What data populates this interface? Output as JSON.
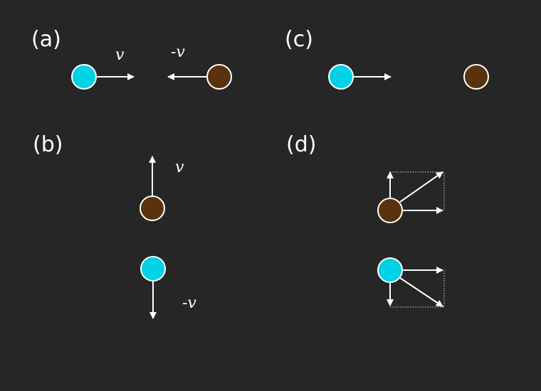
{
  "colors": {
    "background": "#262626",
    "particle_a": "#00d2e6",
    "particle_b": "#5a330e",
    "arrow": "#ffffff"
  },
  "panels": {
    "a": {
      "label": "(a)",
      "velocity_left": "v",
      "velocity_right": "-v"
    },
    "b": {
      "label": "(b)",
      "velocity_top": "v",
      "velocity_bottom": "-v"
    },
    "c": {
      "label": "(c)"
    },
    "d": {
      "label": "(d)"
    }
  }
}
